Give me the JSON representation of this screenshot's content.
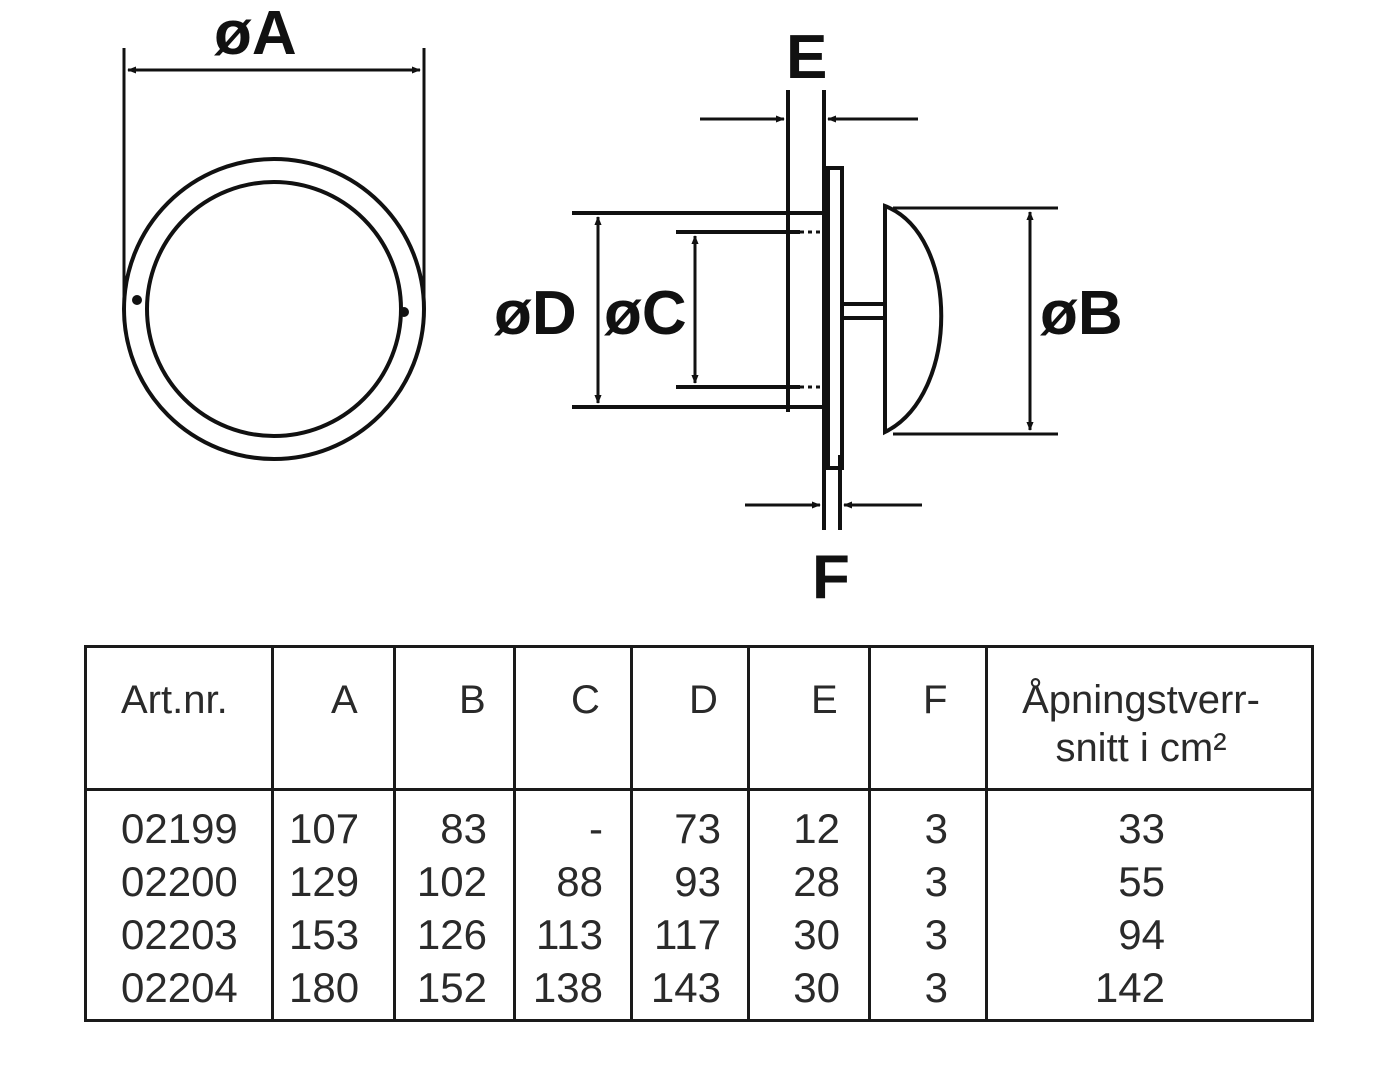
{
  "labels": {
    "phiA": "øA",
    "phiB": "øB",
    "phiC": "øC",
    "phiD": "øD",
    "E": "E",
    "F": "F"
  },
  "table": {
    "headers": [
      "Art.nr.",
      "A",
      "B",
      "C",
      "D",
      "E",
      "F"
    ],
    "last_header_line1": "Åpningstverr-",
    "last_header_line2": "snitt i cm²",
    "rows": [
      [
        "02199",
        "107",
        "83",
        "-",
        "73",
        "12",
        "3",
        "33"
      ],
      [
        "02200",
        "129",
        "102",
        "88",
        "93",
        "28",
        "3",
        "55"
      ],
      [
        "02203",
        "153",
        "126",
        "113",
        "117",
        "30",
        "3",
        "94"
      ],
      [
        "02204",
        "180",
        "152",
        "138",
        "143",
        "30",
        "3",
        "142"
      ]
    ]
  }
}
